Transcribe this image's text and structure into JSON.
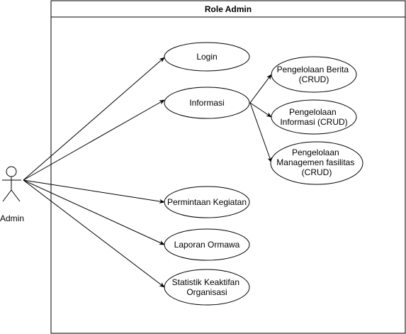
{
  "system": {
    "title": "Role Admin"
  },
  "actor": {
    "label": "Admin"
  },
  "use_cases": {
    "login": [
      "Login"
    ],
    "informasi": [
      "Informasi"
    ],
    "berita": [
      "Pengelolaan Berita",
      "(CRUD)"
    ],
    "info_crud": [
      "Pengelolaan",
      "Informasi (CRUD)"
    ],
    "fasilitas": [
      "Pengelolaan",
      "Managemen fasilitas",
      "(CRUD)"
    ],
    "permintaan": [
      "Permintaan Kegiatan"
    ],
    "laporan": [
      "Laporan Ormawa"
    ],
    "statistik": [
      "Statistik Keaktifan",
      "Organisasi"
    ]
  }
}
